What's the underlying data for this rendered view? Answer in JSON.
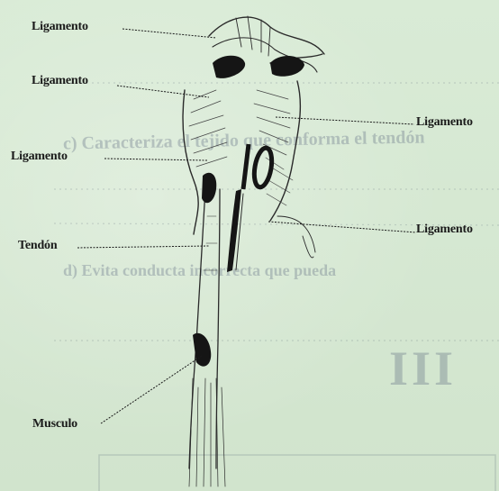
{
  "labels": {
    "ligament_1": "Ligamento",
    "ligament_2": "Ligamento",
    "ligament_3": "Ligamento",
    "ligament_4": "Ligamento",
    "ligament_5": "Ligamento",
    "tendon": "Tendón",
    "muscle": "Musculo"
  },
  "background_text": {
    "line_c": "c) Caracteriza el tejido que conforma el tendón",
    "line_d": "d) Evita conducta incorrecta que pueda",
    "roman": "III"
  },
  "colors": {
    "background": "#d6e8d2",
    "ink": "#1a1a1a"
  }
}
